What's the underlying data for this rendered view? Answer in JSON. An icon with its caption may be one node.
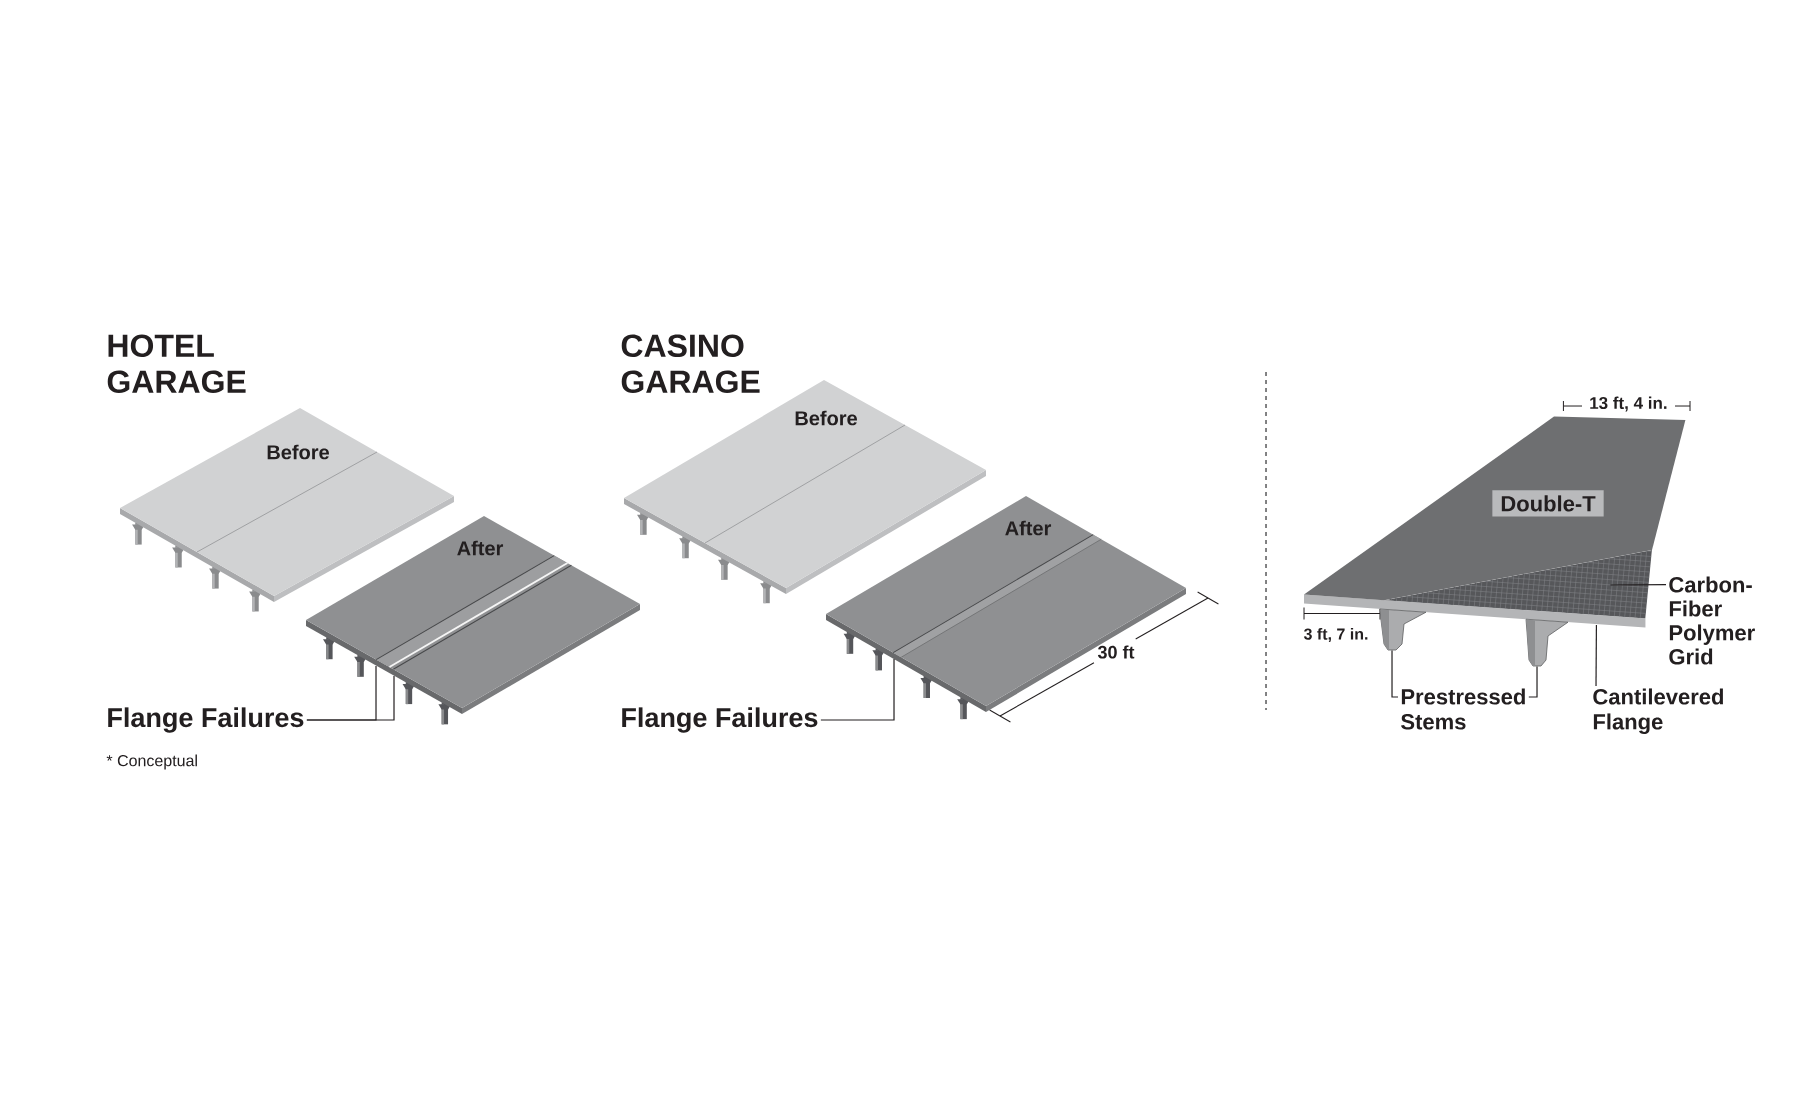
{
  "diagram": {
    "nodes": [
      {
        "text": [
          "Flange Failures"
        ]
      },
      {
        "text": [
          "Flange Failures"
        ]
      },
      {
        "text": [],
        "shape": "picture"
      },
      {
        "text": [
          "Double-T"
        ],
        "in": 2
      },
      {
        "text": [
          "Carbon-Fiber Polymer Grid"
        ]
      },
      {
        "text": [
          "Prestressed Stems"
        ]
      },
      {
        "text": [
          "Cantilevered Flange"
        ]
      },
      {
        "text": [],
        "shape": "picture"
      },
      {
        "text": [],
        "shape": "picture"
      }
    ],
    "edges": [
      {
        "from": 0,
        "to": null,
        "arrow": "none"
      },
      {
        "from": 0,
        "to": null,
        "arrow": "none"
      },
      {
        "from": 1,
        "to": null,
        "arrow": "none"
      },
      {
        "from": 4,
        "to": 2,
        "arrow": "none"
      },
      {
        "from": 5,
        "to": 7,
        "arrow": "none"
      },
      {
        "from": 5,
        "to": 8,
        "arrow": "none"
      },
      {
        "from": 6,
        "to": 2,
        "arrow": "none"
      }
    ],
    "labels": [
      "HOTEL GARAGE",
      "Before",
      "After",
      "* Conceptual",
      "CASINO GARAGE",
      "Before",
      "After",
      "30 ft",
      "13 ft, 4 in.",
      "3 ft, 7 in."
    ]
  }
}
